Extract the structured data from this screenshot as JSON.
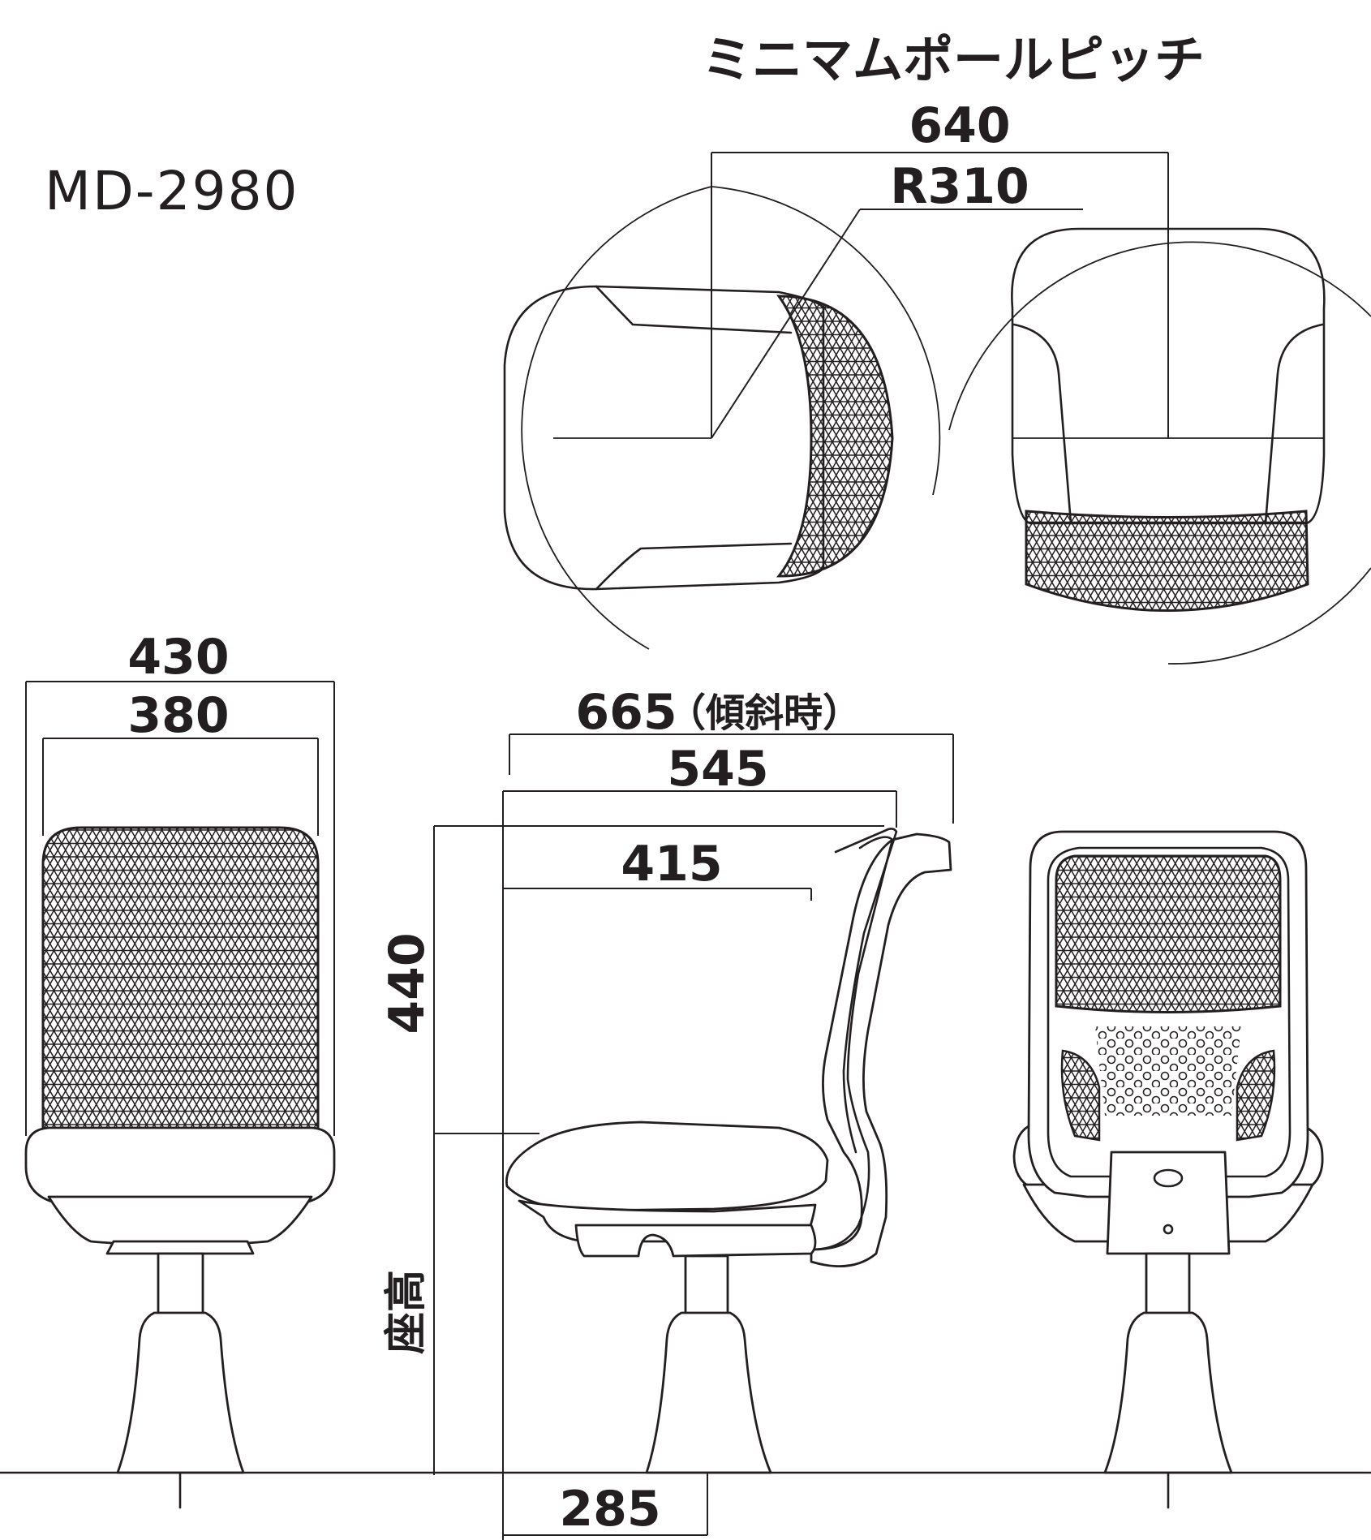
{
  "model": "MD-2980",
  "pole_pitch": {
    "title": "ミニマムポールピッチ",
    "pitch": "640",
    "radius": "R310"
  },
  "front_view": {
    "overall_width": "430",
    "back_width": "380"
  },
  "side_view": {
    "depth_tilted": "665",
    "depth_tilted_note": "（傾斜時）",
    "depth": "545",
    "seat_depth": "415",
    "back_height": "440",
    "seat_height_label": "座高",
    "base_offset": "285"
  },
  "colors": {
    "line": "#231f20",
    "background": "#ffffff"
  }
}
